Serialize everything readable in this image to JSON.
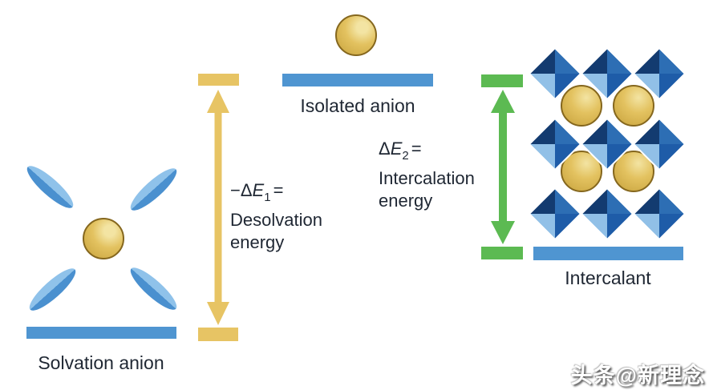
{
  "figure": {
    "solvation": {
      "label": "Solvation anion"
    },
    "isolated": {
      "label": "Isolated anion"
    },
    "intercalant": {
      "label": "Intercalant"
    },
    "desolvation_energy": {
      "formula_prefix": "−Δ",
      "formula_symbol": "E",
      "formula_subscript": "1",
      "formula_equals": "=",
      "label_line2": "Desolvation",
      "label_line3": "energy"
    },
    "intercalation_energy": {
      "formula_prefix": "Δ",
      "formula_symbol": "E",
      "formula_subscript": "2",
      "formula_equals": "=",
      "label_line2": "Intercalation",
      "label_line3": "energy"
    }
  },
  "watermark": {
    "text": "头条@新理念"
  },
  "colors": {
    "ink": "#1F2733",
    "gold": "#E3C260",
    "gold-dark": "#C7A23C",
    "gold-light": "#F3E4A3",
    "gold-outline": "#85671E",
    "blue-bar": "#4F95D1",
    "solvent-dark": "#4A90CF",
    "solvent-light": "#8FC2EA",
    "yellow": "#E7C464",
    "green": "#5CBA52",
    "navy": "#133B70",
    "blue-mid": "#2D6EB4",
    "blue-med-dark": "#1E5CA8",
    "blue-light": "#91C0E7"
  }
}
